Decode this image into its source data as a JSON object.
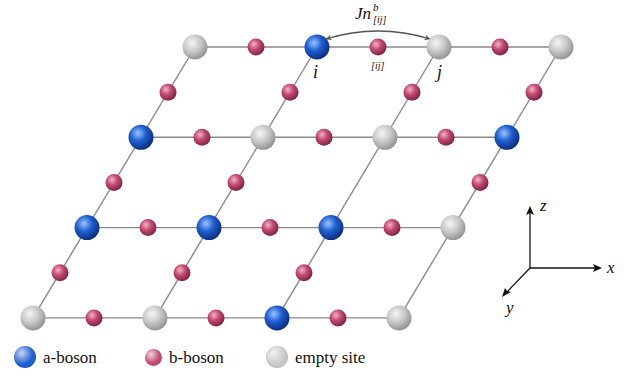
{
  "diagram": {
    "nodes": [
      {
        "text": [
          "i"
        ]
      },
      {
        "text": [
          "j"
        ]
      }
    ],
    "edges": [
      {
        "from": 0,
        "to": 1,
        "arrow": "both"
      }
    ],
    "labels": [
      "Jn",
      "b",
      "[ij]",
      "[ij]",
      "x",
      "y",
      "z"
    ],
    "legend": [
      {
        "text": "a-boson",
        "color": "#1f5fd0"
      },
      {
        "text": "b-boson",
        "color": "#c24a72"
      },
      {
        "text": "empty site",
        "color": "#c8c8c8"
      }
    ]
  }
}
